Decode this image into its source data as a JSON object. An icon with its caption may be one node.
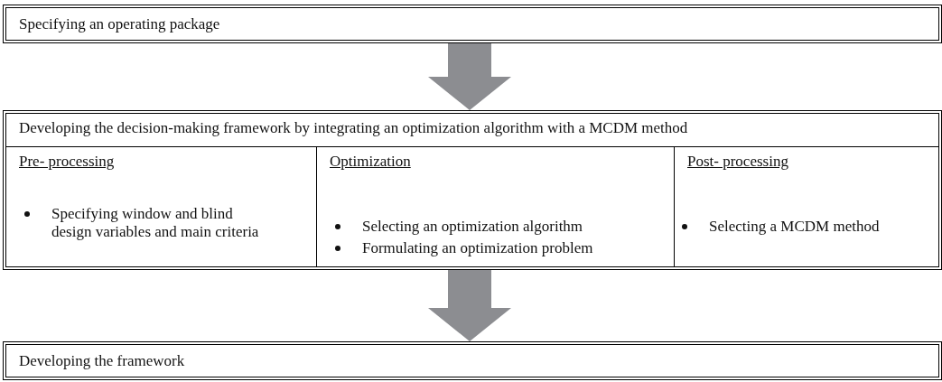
{
  "diagram": {
    "nodes": [
      {
        "text": [
          "Specifying an operating package"
        ]
      },
      {
        "text": [
          "Developing the decision-making framework by integrating an optimization algorithm with a MCDM method"
        ]
      },
      {
        "text": [
          "Pre- processing",
          "Specifying window and blind design variables and main criteria"
        ],
        "in": 1
      },
      {
        "text": [
          "Optimization",
          "Selecting an optimization algorithm",
          "Formulating an optimization problem"
        ],
        "in": 1
      },
      {
        "text": [
          "Post- processing",
          "Selecting a MCDM method"
        ],
        "in": 1
      },
      {
        "text": [
          "Developing the framework"
        ]
      }
    ],
    "edges": [
      {
        "from": 0,
        "to": 1,
        "arrow": "to",
        "style": "thick",
        "color": "#8c8d91"
      },
      {
        "from": 1,
        "to": 5,
        "arrow": "to",
        "style": "thick",
        "color": "#8c8d91"
      }
    ]
  }
}
